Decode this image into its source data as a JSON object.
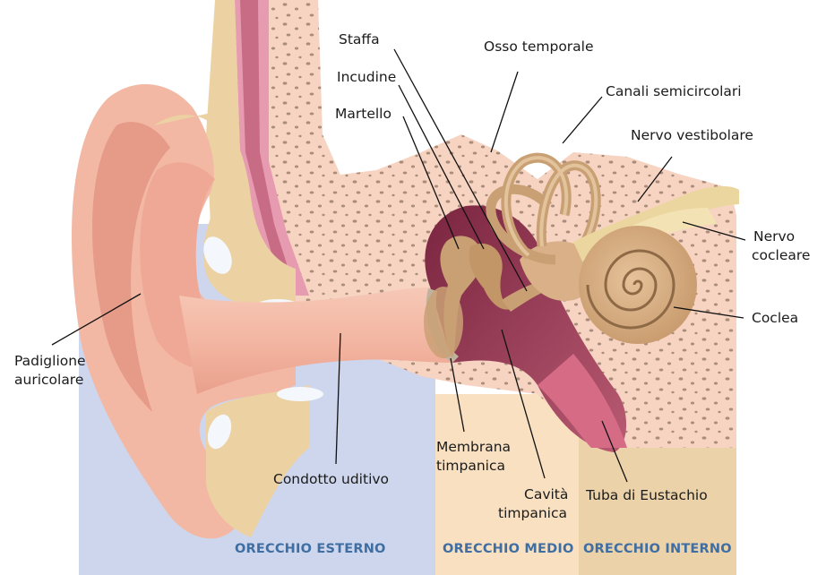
{
  "labels": {
    "staffa": "Staffa",
    "osso_temporale": "Osso temporale",
    "incudine": "Incudine",
    "canali_semicircolari": "Canali semicircolari",
    "martello": "Martello",
    "nervo_vestibolare": "Nervo vestibolare",
    "nervo_cocleare_1": "Nervo",
    "nervo_cocleare_2": "cocleare",
    "coclea": "Coclea",
    "padiglione_1": "Padiglione",
    "padiglione_2": "auricolare",
    "condotto_uditivo": "Condotto uditivo",
    "membrana_1": "Membrana",
    "membrana_2": "timpanica",
    "cavita_1": "Cavità",
    "cavita_2": "timpanica",
    "tuba": "Tuba di Eustachio"
  },
  "zones": {
    "esterno": "ORECCHIO ESTERNO",
    "medio": "ORECCHIO MEDIO",
    "interno": "ORECCHIO INTERNO"
  },
  "colors": {
    "zone_esterno": "#cdd6ec",
    "zone_medio": "#f8e0c0",
    "zone_interno": "#ecd2a8",
    "zone_text": "#3f6ea3",
    "skin": "#f2b8a4",
    "bone": "#f7d3c2",
    "cartilage": "#ecd2a2",
    "cavity": "#9b3d57",
    "ossicle": "#c9a074"
  }
}
